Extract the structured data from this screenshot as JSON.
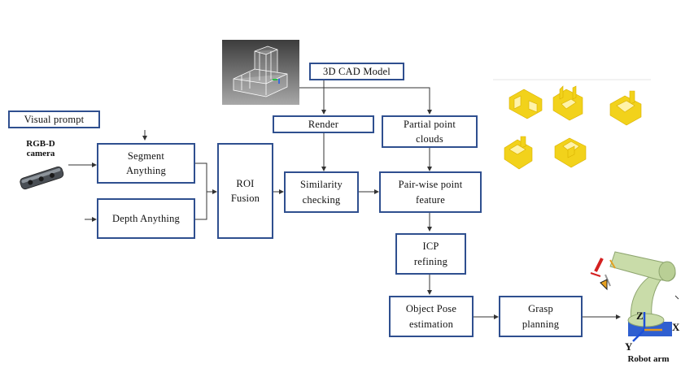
{
  "boxes": {
    "visual_prompt": "Visual prompt",
    "cad_model": "3D CAD Model",
    "render": "Render",
    "partial_point_clouds": "Partial point\nclouds",
    "segment_anything": "Segment\nAnything",
    "depth_anything": "Depth Anything",
    "roi_fusion": "ROI\nFusion",
    "similarity_checking": "Similarity\nchecking",
    "pair_wise_point_feature": "Pair-wise point\nfeature",
    "icp_refining": "ICP\nrefining",
    "object_pose_estimation": "Object Pose\nestimation",
    "grasp_planning": "Grasp\nplanning"
  },
  "labels": {
    "camera": "RGB-D\ncamera",
    "robot_arm": "Robot arm",
    "axis_z": "Z",
    "axis_x": "X",
    "axis_y": "Y"
  },
  "colors": {
    "box_border": "#2f4f8f",
    "pointcloud": "#f2d21b",
    "robot": "#c9dca9"
  }
}
